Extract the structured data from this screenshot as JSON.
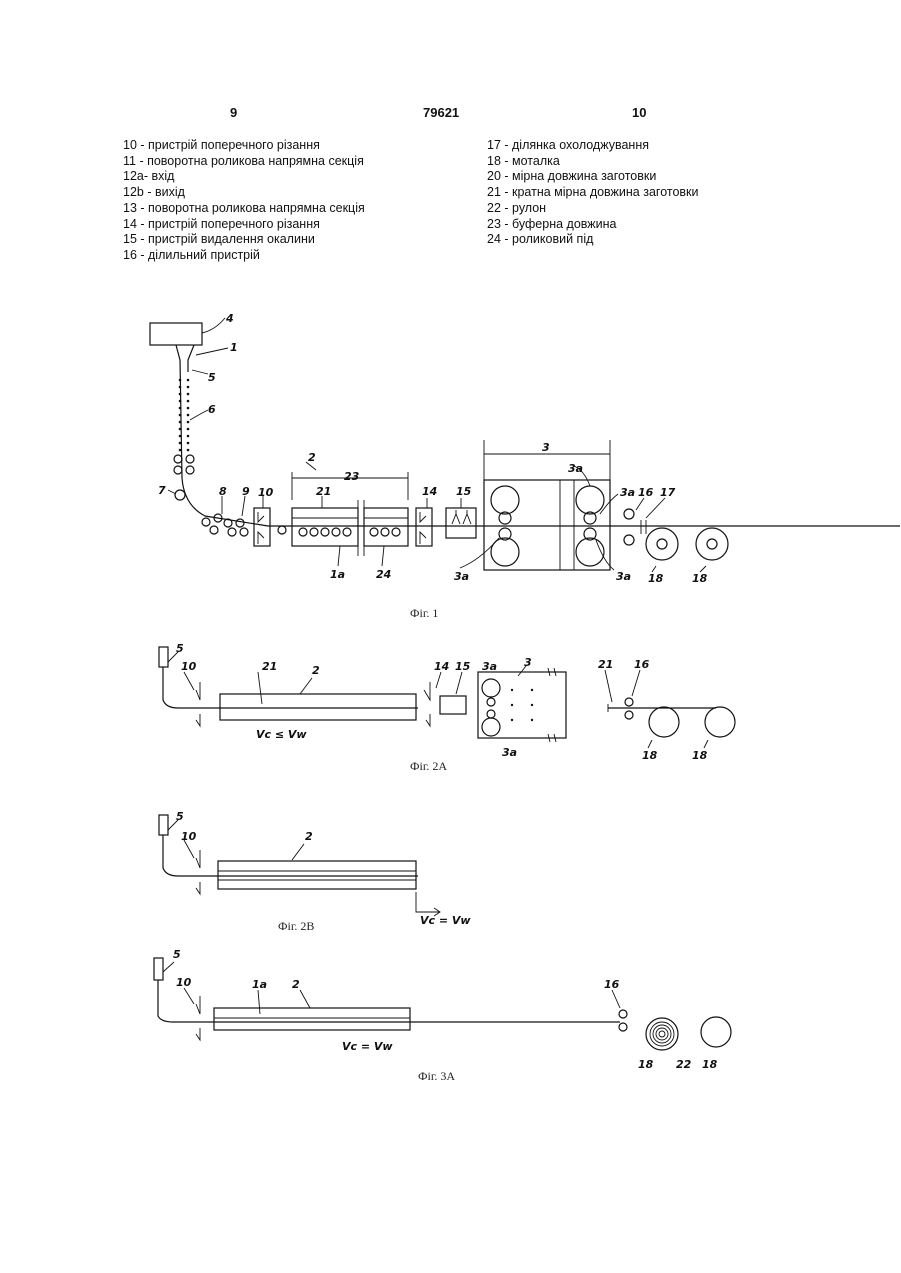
{
  "header": {
    "page_left": "9",
    "doc_number": "79621",
    "page_right": "10"
  },
  "legend_left": [
    "10 - пристрій поперечного різання",
    "11 - поворотна роликова напрямна секція",
    "12a- вхід",
    "12b - вихід",
    "13 - поворотна роликова напрямна секція",
    "14 - пристрій поперечного різання",
    "15 - пристрій видалення окалини",
    "16 - ділильний пристрій"
  ],
  "legend_right": [
    "17 - ділянка охолоджування",
    "18 - моталка",
    "20 - мірна довжина заготовки",
    "21 - кратна мірна довжина заготовки",
    "22 - рулон",
    "23 - буферна довжина",
    "24 - роликовий під"
  ],
  "fig1": {
    "caption": "Фіг. 1",
    "labels": {
      "l4": "4",
      "l1": "1",
      "l5": "5",
      "l6": "6",
      "l7": "7",
      "l8": "8",
      "l9": "9",
      "l10": "10",
      "l2": "2",
      "l23": "23",
      "l21": "21",
      "l1a": "1a",
      "l24": "24",
      "l14": "14",
      "l15": "15",
      "l3": "3",
      "l3a_top": "3a",
      "l3a_mid": "3a",
      "l3a_bl": "3a",
      "l3a_br": "3a",
      "l16": "16",
      "l17": "17",
      "l18a": "18",
      "l18b": "18"
    }
  },
  "fig2a": {
    "caption": "Фіг. 2A",
    "labels": {
      "l5": "5",
      "l10": "10",
      "l21": "21",
      "l2": "2",
      "l14": "14",
      "l15": "15",
      "l3a_top": "3a",
      "l3": "3",
      "l3a_bot": "3a",
      "l21r": "21",
      "l16": "16",
      "l18a": "18",
      "l18b": "18"
    },
    "speed": "Vc ≤ Vw"
  },
  "fig2b": {
    "caption": "Фіг. 2B",
    "labels": {
      "l5": "5",
      "l10": "10",
      "l2": "2"
    },
    "speed": "Vc = Vw"
  },
  "fig3a": {
    "caption": "Фіг. 3A",
    "labels": {
      "l5": "5",
      "l10": "10",
      "l1a": "1a",
      "l2": "2",
      "l16": "16",
      "l18a": "18",
      "l22": "22",
      "l18b": "18"
    },
    "speed": "Vc = Vw"
  }
}
